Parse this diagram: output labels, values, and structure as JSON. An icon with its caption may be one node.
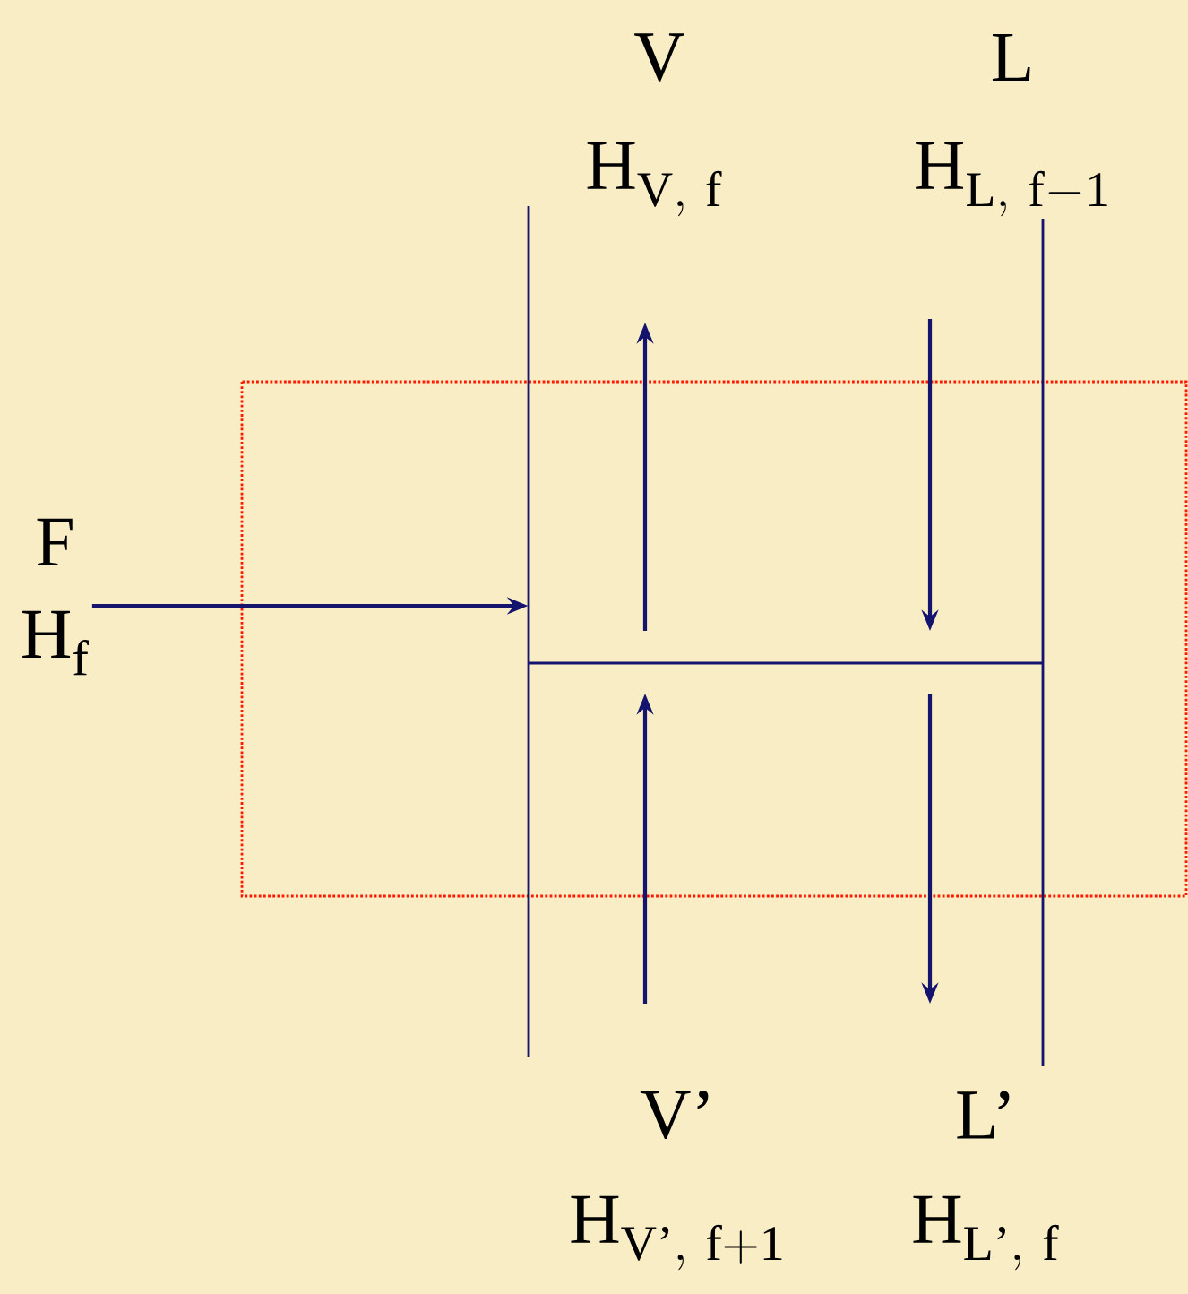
{
  "diagram": {
    "nodes": [
      {
        "text": [
          "F",
          "\\mathrm{H}_{\\mathrm{f}}"
        ]
      },
      {
        "text": [],
        "shape": "column"
      }
    ],
    "edges": [
      {
        "from": 0,
        "to": 1,
        "arrow": "to"
      }
    ],
    "labels": [
      "V",
      "\\mathrm{H}_{\\mathrm{V,\\ f}}",
      "L",
      "\\mathrm{H}_{\\mathrm{L,\\ f-1}}",
      "V’",
      "\\mathrm{H}_{\\mathrm{V’,\\ f+1}}",
      "L’",
      "\\mathrm{H}_{\\mathrm{L’,\\ f}}"
    ]
  }
}
